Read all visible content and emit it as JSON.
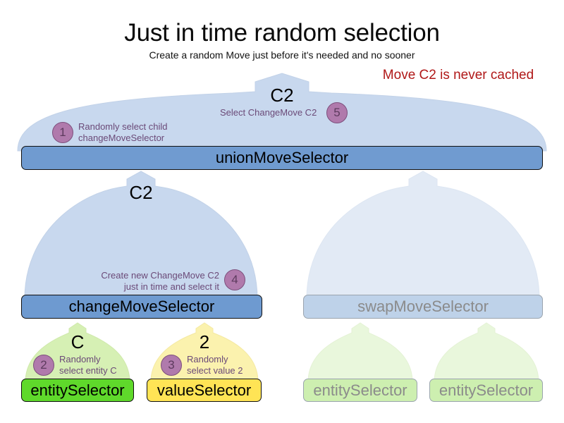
{
  "header": {
    "title": "Just in time random selection",
    "subtitle": "Create a random Move just before it's needed and no sooner",
    "note": "Move C2 is never cached"
  },
  "colors": {
    "union_bar": "#709bd0",
    "change_bar": "#6e9ad0",
    "swap_bar": "#bed2e9",
    "dome_blue": "#c8d8ee",
    "dome_blue_faded": "#e2eaf5",
    "entity_green": "#5fd92b",
    "entity_green_faded": "#cdefb0",
    "dome_green": "#d6f0b4",
    "dome_green_faded": "#e9f7dc",
    "value_yellow": "#ffe455",
    "dome_yellow": "#fbf2ae",
    "badge_fill": "#b07aac",
    "badge_border": "#7d4f7c",
    "annotation_text": "#6b4a78",
    "note_red": "#b01818",
    "faded_text": "#8b8b8b"
  },
  "nodes": {
    "union": {
      "label": "unionMoveSelector"
    },
    "change": {
      "label": "changeMoveSelector"
    },
    "swap": {
      "label": "swapMoveSelector"
    },
    "entity_a": {
      "label": "entitySelector"
    },
    "value": {
      "label": "valueSelector"
    },
    "entity_b": {
      "label": "entitySelector"
    },
    "entity_c": {
      "label": "entitySelector"
    }
  },
  "flow_labels": {
    "union_out": "C2",
    "change_out": "C2",
    "entity_out": "C",
    "value_out": "2"
  },
  "annotations": [
    {
      "number": "1",
      "text_line1": "Randomly select child",
      "text_line2": "changeMoveSelector"
    },
    {
      "number": "2",
      "text_line1": "Randomly",
      "text_line2": "select entity C"
    },
    {
      "number": "3",
      "text_line1": "Randomly",
      "text_line2": "select value 2"
    },
    {
      "number": "4",
      "text_line1": "Create new ChangeMove C2",
      "text_line2": "just in time and select it"
    },
    {
      "number": "5",
      "text_line1": "Select ChangeMove C2",
      "text_line2": ""
    }
  ]
}
